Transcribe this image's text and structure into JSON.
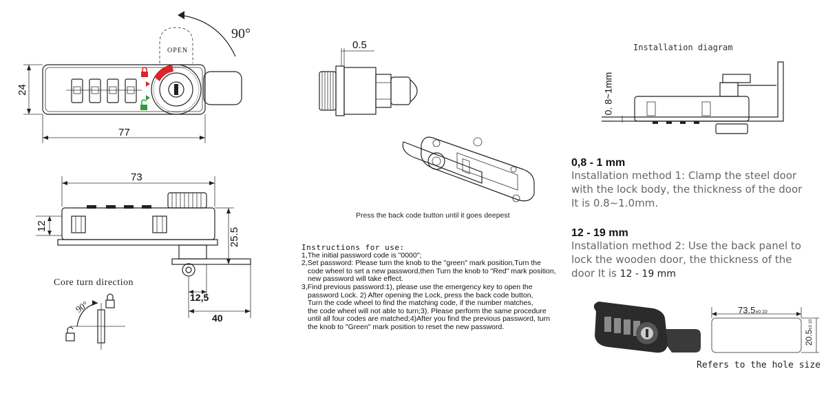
{
  "top_view": {
    "rotation_label": "90°",
    "open_label": "OPEN",
    "height_label": "24",
    "width_label": "77"
  },
  "side_view": {
    "length_label": "73",
    "height_label": "12",
    "depth_label": "25.5",
    "offset_label": "12,5",
    "total_label": "40"
  },
  "core_turn": {
    "title": "Core turn direction",
    "angle_label": "90°"
  },
  "cylinder_view": {
    "gap_label": "0.5"
  },
  "iso_view": {
    "caption": "Press the back code button until it goes deepest"
  },
  "instructions": {
    "title": "Instructions for use:",
    "lines": [
      "1,The initial password code is \"0000\";",
      "2,Set password: Please turn the knob to the \"green\" mark position,Turn the",
      "code wheel to set a new password,then Turn the knob to \"Red\" mark position,",
      "new password will take effect.",
      "3,Find previous password:1), please use the emergency key to open the",
      "password Lock. 2) After opening the Lock, press the back code button,",
      "Turn the code wheel to find the matching code, if the number matches,",
      "the code wheel will not able to turn;3). Please perform the same procedure",
      "until all four codes are matched;4)After you find the previous password, turn",
      "the knob to \"Green\" mark position to reset the new password."
    ]
  },
  "installation": {
    "title": "Installation diagram",
    "thickness_label": "0. 8~1mm"
  },
  "method1": {
    "heading": "0,8 - 1 mm",
    "lines": [
      "Installation method 1: Clamp the steel door",
      "with the lock body, the thickness of the door",
      "It is 0.8~1.0mm."
    ]
  },
  "method2": {
    "heading": "12 - 19 mm",
    "lines": [
      "Installation method 2: Use the back panel to",
      "lock the wooden door, the thickness of the"
    ],
    "last_prefix": "door It is ",
    "last_value": "12 - 19 mm"
  },
  "hole": {
    "width_label": "73.5",
    "width_tol": "±0.10",
    "height_label": "20.5",
    "height_tol": "±0.10",
    "caption": "Refers to the hole size"
  },
  "colors": {
    "red_mark": "#d9262b",
    "green_mark": "#2e9b3a"
  }
}
